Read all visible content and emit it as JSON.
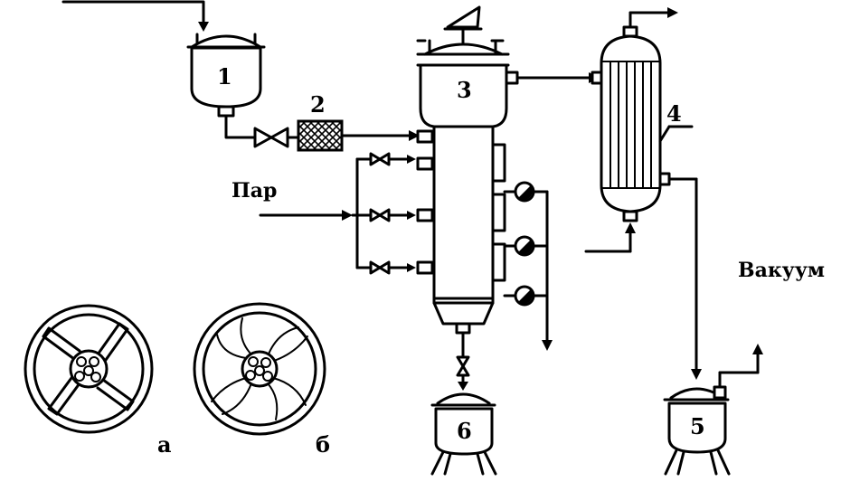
{
  "labels": {
    "unit_1": "1",
    "unit_2": "2",
    "unit_3": "3",
    "unit_4": "4",
    "unit_5": "5",
    "unit_6": "6",
    "steam": "Пар",
    "vacuum": "Вакуум",
    "variant_a": "а",
    "variant_b": "б"
  }
}
